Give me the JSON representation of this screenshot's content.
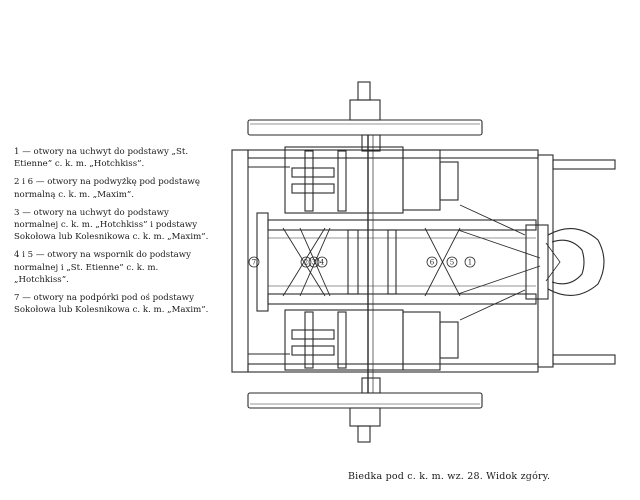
{
  "legend": {
    "entries": [
      {
        "text": "1 — otwory na uchwyt do podstawy „St. Etienne” c. k. m. „Hotchkiss”."
      },
      {
        "text": "2 i 6 — otwory na podwyżkę pod podstawę normalną c. k. m. „Maxim”."
      },
      {
        "text": "3 — otwory na uchwyt do podstawy normalnej c. k. m. „Hotchkiss” i podstawy Sokołowa lub Kolesnikowa c. k. m. „Maxim”."
      },
      {
        "text": "4 i 5 — otwory na wspornik do podstawy normalnej i „St. Etienne” c. k. m. „Hotchkiss”."
      },
      {
        "text": "7 — otwory na podpórki pod oś podstawy Sokołowa lub Kolesnikowa c. k. m. „Maxim”."
      }
    ]
  },
  "drawing": {
    "labels": [
      "7",
      "2",
      "3",
      "4",
      "6",
      "5",
      "1"
    ]
  },
  "caption": "Biedka pod c. k. m. wz. 28. Widok zgóry."
}
